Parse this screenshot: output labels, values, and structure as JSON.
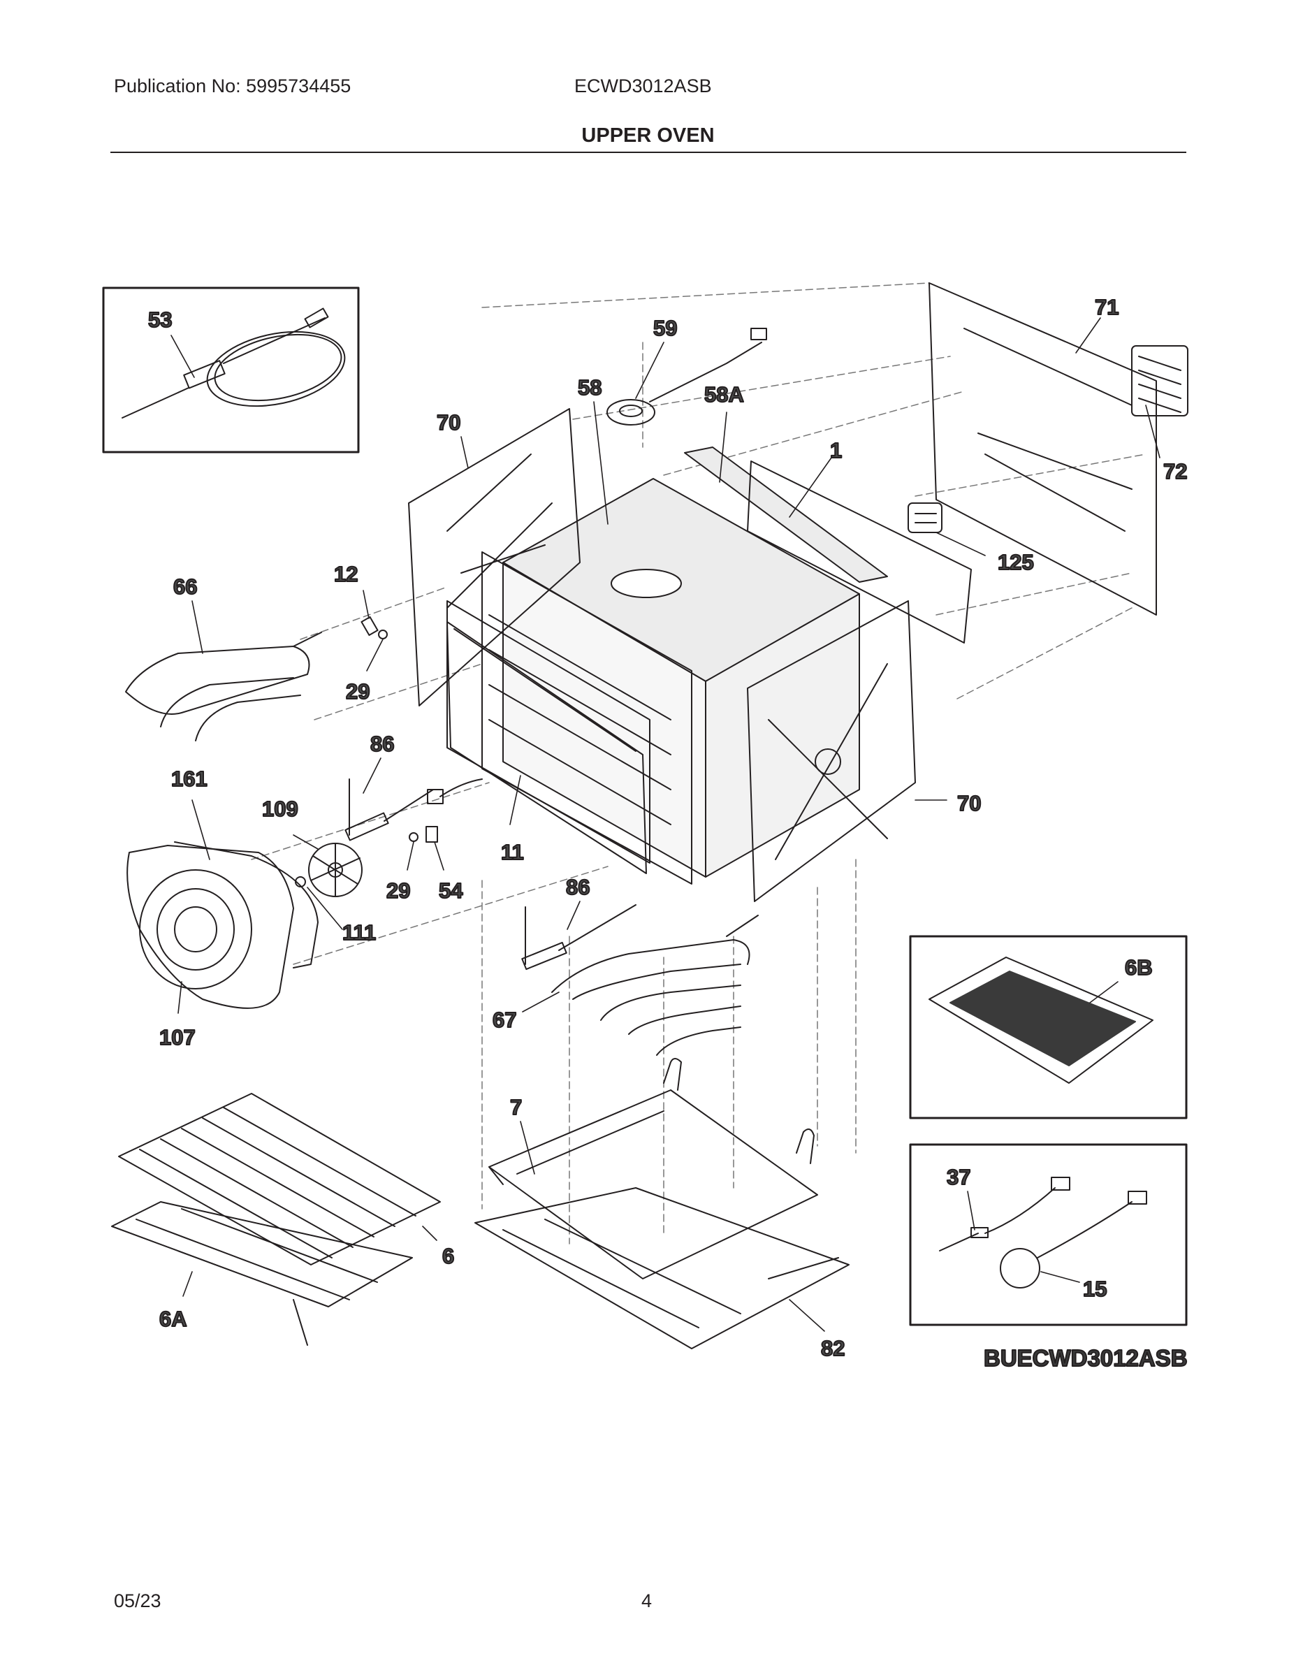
{
  "header": {
    "publication": "Publication No: 5995734455",
    "model": "ECWD3012ASB",
    "title": "UPPER OVEN"
  },
  "diagram": {
    "code": "BUECWD3012ASB",
    "callouts": {
      "c53": "53",
      "c59": "59",
      "c58": "58",
      "c58a": "58A",
      "c70a": "70",
      "c1": "1",
      "c71": "71",
      "c72": "72",
      "c125": "125",
      "c66": "66",
      "c12": "12",
      "c29a": "29",
      "c86a": "86",
      "c161": "161",
      "c109": "109",
      "c11": "11",
      "c29b": "29",
      "c54": "54",
      "c111": "111",
      "c70b": "70",
      "c86b": "86",
      "c6b": "6B",
      "c67": "67",
      "c107": "107",
      "c7": "7",
      "c37": "37",
      "c6": "6",
      "c15": "15",
      "c6a": "6A",
      "c82": "82"
    }
  },
  "footer": {
    "date": "05/23",
    "page": "4"
  }
}
